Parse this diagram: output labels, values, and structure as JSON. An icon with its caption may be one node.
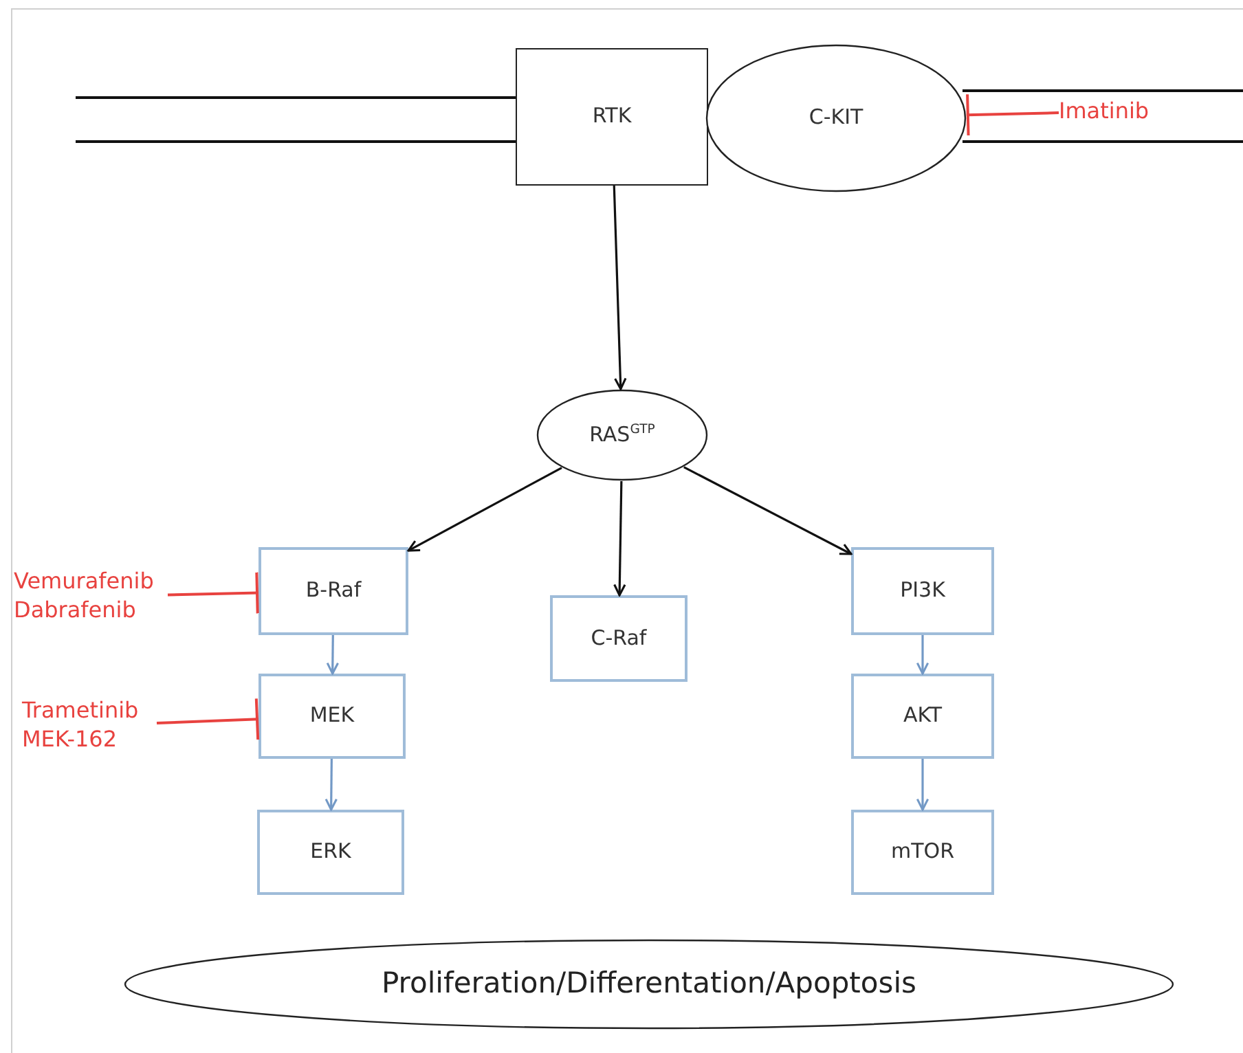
{
  "diagram": {
    "nodes": [
      {
        "text": [
          "RTK"
        ]
      },
      {
        "text": [
          "C-KIT"
        ]
      },
      {
        "text": [
          "Imatinib"
        ]
      },
      {
        "text": [
          "RAS$^{GTP}$"
        ]
      },
      {
        "text": [
          "Vemurafenib",
          "Dabrafenib"
        ]
      },
      {
        "text": [
          "B-Raf"
        ]
      },
      {
        "text": [
          "C-Raf"
        ]
      },
      {
        "text": [
          "PI3K"
        ]
      },
      {
        "text": [
          "Trametinib",
          "MEK-162"
        ]
      },
      {
        "text": [
          "MEK"
        ]
      },
      {
        "text": [
          "AKT"
        ]
      },
      {
        "text": [
          "ERK"
        ]
      },
      {
        "text": [
          "mTOR"
        ]
      },
      {
        "text": [
          "Proliferation/Differentation/Apoptosis"
        ]
      }
    ],
    "edges": [
      {
        "from": 2,
        "to": 1,
        "arrow": "other",
        "color": "#e8423f"
      },
      {
        "from": 0,
        "to": 3,
        "arrow": "to"
      },
      {
        "from": 3,
        "to": 5,
        "arrow": "to"
      },
      {
        "from": 3,
        "to": 6,
        "arrow": "to"
      },
      {
        "from": 3,
        "to": 7,
        "arrow": "to"
      },
      {
        "from": 4,
        "to": 5,
        "arrow": "other",
        "color": "#e8423f"
      },
      {
        "from": 5,
        "to": 9,
        "arrow": "to",
        "color": "#7399c6"
      },
      {
        "from": 8,
        "to": 9,
        "arrow": "other",
        "color": "#e8423f"
      },
      {
        "from": 9,
        "to": 11,
        "arrow": "to",
        "color": "#7399c6"
      },
      {
        "from": 7,
        "to": 10,
        "arrow": "to",
        "color": "#7399c6"
      },
      {
        "from": 10,
        "to": 12,
        "arrow": "to",
        "color": "#7399c6"
      }
    ]
  }
}
